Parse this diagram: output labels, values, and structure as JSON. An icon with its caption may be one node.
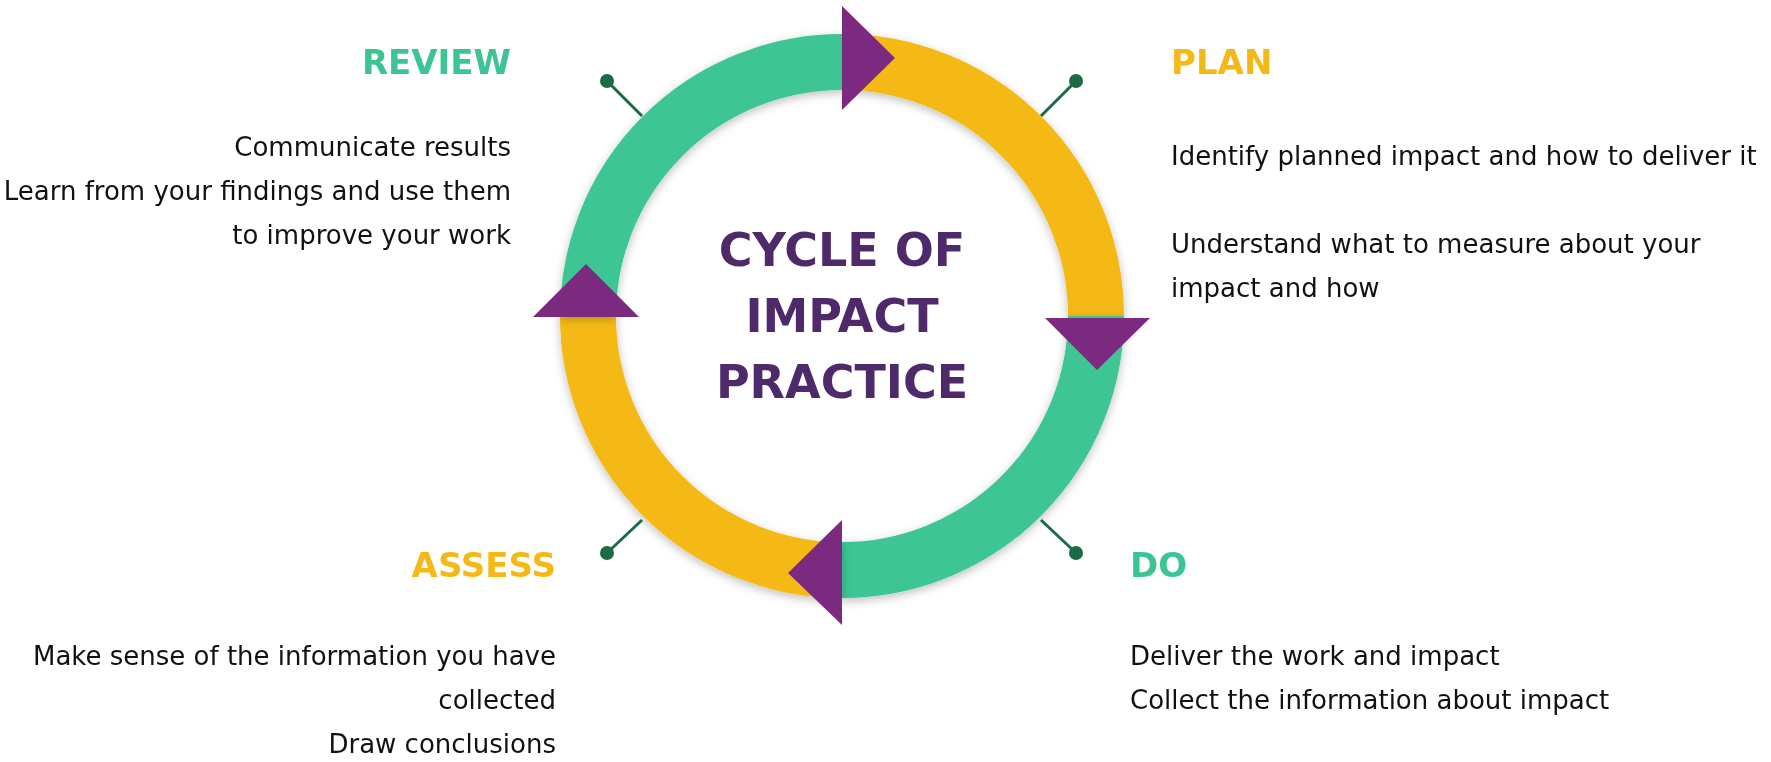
{
  "diagram": {
    "nodes": [
      {
        "text": [
          "CYCLE OF IMPACT PRACTICE"
        ]
      }
    ],
    "labels": [
      "REVIEW",
      "Communicate results",
      "Learn from your findings and use them to improve your work",
      "PLAN",
      "Identify planned impact and how to deliver it",
      "Understand what to measure about your impact and how",
      "ASSESS",
      "Make sense of the information you have collected",
      "Draw conclusions",
      "DO",
      "Deliver the work and impact",
      "Collect the information about impact"
    ]
  }
}
